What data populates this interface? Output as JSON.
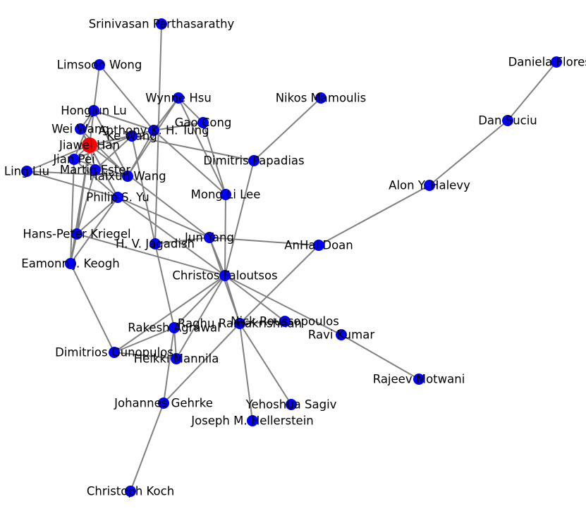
{
  "graph": {
    "colors": {
      "node": "#0000ff",
      "highlight": "#ff0000",
      "edge": "#808080",
      "label": "#000000"
    },
    "highlighted_node": "Jiawei Han",
    "nodes": [
      {
        "id": "srinivasan",
        "label": "Srinivasan Parthasarathy"
      },
      {
        "id": "limsoon",
        "label": "Limsoon Wong"
      },
      {
        "id": "daniela",
        "label": "Daniela Florescu"
      },
      {
        "id": "wynne",
        "label": "Wynne Hsu"
      },
      {
        "id": "nikos",
        "label": "Nikos Mamoulis"
      },
      {
        "id": "hongjun",
        "label": "Hongjun Lu"
      },
      {
        "id": "gaocong",
        "label": "Gao Cong"
      },
      {
        "id": "dansuciu",
        "label": "Dan Suciu"
      },
      {
        "id": "weiwang",
        "label": "Wei Wang"
      },
      {
        "id": "anthony",
        "label": "Anthony K. H. Tung"
      },
      {
        "id": "kewang",
        "label": "Ke Wang"
      },
      {
        "id": "jiawei",
        "label": "Jiawei Han"
      },
      {
        "id": "jianpei",
        "label": "Jian Pei"
      },
      {
        "id": "dimpap",
        "label": "Dimitris Papadias"
      },
      {
        "id": "martin",
        "label": "Martin Ester"
      },
      {
        "id": "lingliu",
        "label": "Ling Liu"
      },
      {
        "id": "haixun",
        "label": "Haixun Wang"
      },
      {
        "id": "alon",
        "label": "Alon Y. Halevy"
      },
      {
        "id": "mongli",
        "label": "Mong Li Lee"
      },
      {
        "id": "philip",
        "label": "Philip S. Yu"
      },
      {
        "id": "hans",
        "label": "Hans-Peter Kriegel"
      },
      {
        "id": "junyang",
        "label": "Jun Yang"
      },
      {
        "id": "jagadish",
        "label": "H. V. Jagadish"
      },
      {
        "id": "anhai",
        "label": "AnHai Doan"
      },
      {
        "id": "eamonn",
        "label": "Eamonn J. Keogh"
      },
      {
        "id": "christos",
        "label": "Christos Faloutsos"
      },
      {
        "id": "raghu",
        "label": "Raghu Ramakrishnan"
      },
      {
        "id": "nick",
        "label": "Nick Roussopoulos"
      },
      {
        "id": "rakesh",
        "label": "Rakesh Agrawal"
      },
      {
        "id": "ravi",
        "label": "Ravi Kumar"
      },
      {
        "id": "dimgun",
        "label": "Dimitrios Gunopulos"
      },
      {
        "id": "heikki",
        "label": "Heikki Mannila"
      },
      {
        "id": "rajeev",
        "label": "Rajeev Motwani"
      },
      {
        "id": "gehrke",
        "label": "Johannes Gehrke"
      },
      {
        "id": "sagiv",
        "label": "Yehoshua Sagiv"
      },
      {
        "id": "hellerstein",
        "label": "Joseph M. Hellerstein"
      },
      {
        "id": "koch",
        "label": "Christoph Koch"
      }
    ],
    "edges": [
      [
        "srinivasan",
        "jagadish"
      ],
      [
        "limsoon",
        "hongjun"
      ],
      [
        "limsoon",
        "anthony"
      ],
      [
        "daniela",
        "dansuciu"
      ],
      [
        "dansuciu",
        "alon"
      ],
      [
        "alon",
        "anhai"
      ],
      [
        "anhai",
        "raghu"
      ],
      [
        "anhai",
        "junyang"
      ],
      [
        "nikos",
        "dimpap"
      ],
      [
        "dimpap",
        "kewang"
      ],
      [
        "dimpap",
        "christos"
      ],
      [
        "wynne",
        "gaocong"
      ],
      [
        "wynne",
        "mongli"
      ],
      [
        "wynne",
        "anthony"
      ],
      [
        "wynne",
        "haixun"
      ],
      [
        "gaocong",
        "mongli"
      ],
      [
        "gaocong",
        "anthony"
      ],
      [
        "hongjun",
        "weiwang"
      ],
      [
        "hongjun",
        "jiawei"
      ],
      [
        "hongjun",
        "jianpei"
      ],
      [
        "hongjun",
        "anthony"
      ],
      [
        "hongjun",
        "haixun"
      ],
      [
        "weiwang",
        "jiawei"
      ],
      [
        "weiwang",
        "haixun"
      ],
      [
        "weiwang",
        "philip"
      ],
      [
        "jiawei",
        "jianpei"
      ],
      [
        "jiawei",
        "kewang"
      ],
      [
        "jiawei",
        "martin"
      ],
      [
        "jiawei",
        "lingliu"
      ],
      [
        "jiawei",
        "anthony"
      ],
      [
        "jiawei",
        "philip"
      ],
      [
        "jiawei",
        "hans"
      ],
      [
        "jiawei",
        "eamonn"
      ],
      [
        "jiawei",
        "junyang"
      ],
      [
        "jianpei",
        "kewang"
      ],
      [
        "jianpei",
        "philip"
      ],
      [
        "jianpei",
        "eamonn"
      ],
      [
        "jianpei",
        "haixun"
      ],
      [
        "kewang",
        "martin"
      ],
      [
        "kewang",
        "jagadish"
      ],
      [
        "anthony",
        "mongli"
      ],
      [
        "anthony",
        "haixun"
      ],
      [
        "martin",
        "hans"
      ],
      [
        "lingliu",
        "philip"
      ],
      [
        "lingliu",
        "haixun"
      ],
      [
        "philip",
        "hans"
      ],
      [
        "philip",
        "junyang"
      ],
      [
        "philip",
        "eamonn"
      ],
      [
        "philip",
        "christos"
      ],
      [
        "mongli",
        "christos"
      ],
      [
        "hans",
        "eamonn"
      ],
      [
        "hans",
        "christos"
      ],
      [
        "junyang",
        "jagadish"
      ],
      [
        "junyang",
        "christos"
      ],
      [
        "junyang",
        "raghu"
      ],
      [
        "jagadish",
        "rakesh"
      ],
      [
        "christos",
        "nick"
      ],
      [
        "christos",
        "rakesh"
      ],
      [
        "christos",
        "raghu"
      ],
      [
        "christos",
        "heikki"
      ],
      [
        "christos",
        "dimgun"
      ],
      [
        "christos",
        "ravi"
      ],
      [
        "eamonn",
        "dimgun"
      ],
      [
        "raghu",
        "nick"
      ],
      [
        "raghu",
        "gehrke"
      ],
      [
        "raghu",
        "sagiv"
      ],
      [
        "raghu",
        "hellerstein"
      ],
      [
        "rakesh",
        "dimgun"
      ],
      [
        "rakesh",
        "heikki"
      ],
      [
        "rakesh",
        "gehrke"
      ],
      [
        "dimgun",
        "heikki"
      ],
      [
        "ravi",
        "rajeev"
      ],
      [
        "gehrke",
        "koch"
      ]
    ]
  }
}
